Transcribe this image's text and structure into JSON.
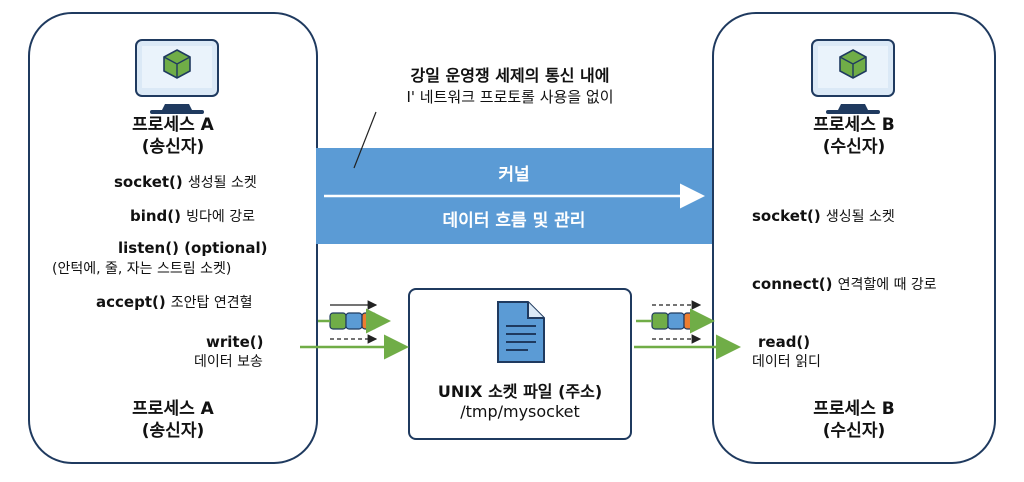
{
  "left_process": {
    "top_title": "프로세스 A",
    "top_subtitle": "(송신자)",
    "lines": [
      {
        "fn": "socket()",
        "desc": "생성될 소켓"
      },
      {
        "fn": "bind()",
        "desc": "빙다에 강로"
      },
      {
        "fn": "listen() (optional)",
        "desc": ""
      },
      {
        "fn": "",
        "desc": "(안턱에, 줄, 자는 스트림 소켓)"
      },
      {
        "fn": "accept()",
        "desc": "조안탑 연견혈"
      }
    ],
    "write_fn": "write()",
    "write_desc": "데이터 보송",
    "bottom_title": "프로세스 A",
    "bottom_subtitle": "(송신자)"
  },
  "right_process": {
    "top_title": "프로세스 B",
    "top_subtitle": "(수신자)",
    "socket_fn": "socket()",
    "socket_desc": "생싱될 소켓",
    "connect_fn": "connect()",
    "connect_desc": "연격할에 때 강로",
    "read_fn": "read()",
    "read_desc": "데이터 읽디",
    "bottom_title": "프로세스 B",
    "bottom_subtitle": "(수신자)"
  },
  "callout": {
    "line1": "강일 운영쟁 세제의 통신 내에",
    "line2": "I' 네트워크 프로토롤 사용을 없이"
  },
  "kernel": {
    "label": "커널",
    "sublabel": "데이터 흐름 및 관리"
  },
  "socket_file": {
    "label": "UNIX 소켓 파일 (주소)",
    "path": "/tmp/mysocket"
  },
  "colors": {
    "panel_border": "#1f3a5f",
    "kernel_blue": "#5b9bd5",
    "arrow_green": "#70ad47",
    "packet_green": "#70ad47",
    "packet_blue": "#5b9bd5",
    "packet_orange": "#ed7d31",
    "monitor_green": "#70ad47",
    "file_blue": "#5b9bd5"
  },
  "icons": [
    "computer-monitor-icon",
    "document-file-icon",
    "data-packet-icon",
    "arrow-icon"
  ]
}
